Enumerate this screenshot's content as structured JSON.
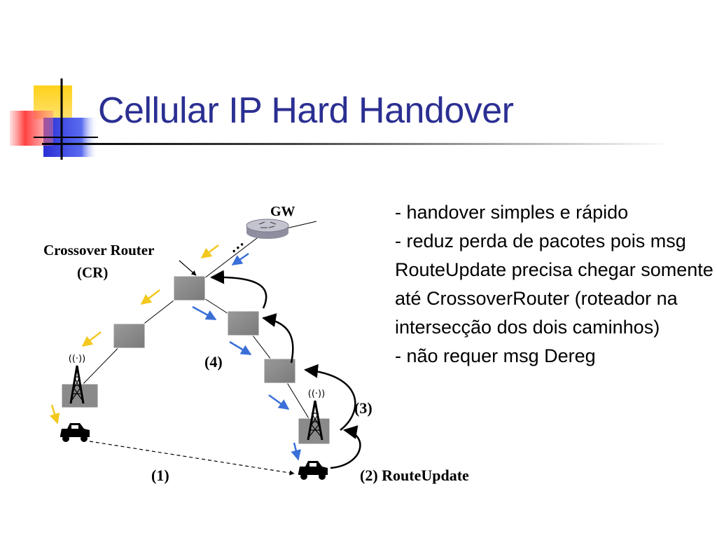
{
  "slide": {
    "title": "Cellular IP Hard Handover"
  },
  "diagram": {
    "labels": {
      "gw": "GW",
      "dots": "…",
      "crossover_router": "Crossover Router",
      "cr": "(CR)",
      "step1": "(1)",
      "step2": "(2) RouteUpdate",
      "step3": "(3)",
      "step4": "(4)"
    },
    "colors": {
      "old_path_arrow": "#f2c81e",
      "new_path_arrow": "#3a6fd8",
      "router_box": "#8a8a8a",
      "gw_body": "#b8b8c4"
    },
    "icons": [
      "router-gateway-icon",
      "router-box-icon",
      "antenna-tower-icon",
      "car-icon"
    ]
  },
  "bullets": [
    "- handover simples e rápido",
    "- reduz perda de pacotes pois msg RouteUpdate precisa chegar somente até CrossoverRouter (roteador na intersecção dos dois caminhos)",
    "- não requer msg Dereg"
  ],
  "theme": {
    "title_color": "#2b2f92",
    "logo_yellow": "#ffd21a",
    "logo_blue": "#2a2fd6",
    "logo_red": "#ff4a4a"
  }
}
